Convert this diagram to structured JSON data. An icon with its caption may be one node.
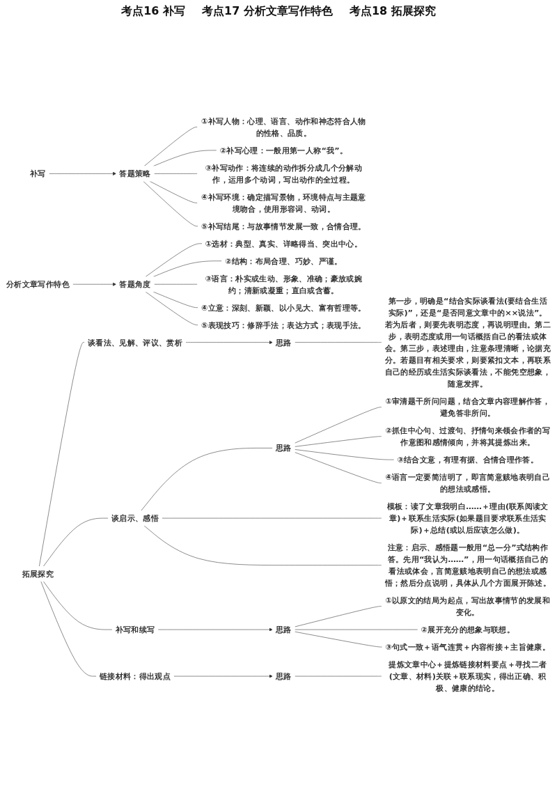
{
  "diagram": {
    "nodes": [
      {
        "text": [
          "补写"
        ]
      },
      {
        "text": [
          "答题策略"
        ]
      },
      {
        "text": [
          "①补写人物：心理、语言、动作和神态符合人物的性格、品质。"
        ]
      },
      {
        "text": [
          "②补写心理：一般用第一人称“我”。"
        ]
      },
      {
        "text": [
          "③补写动作：将连续的动作拆分成几个分解动作，运用多个动词，写出动作的全过程。"
        ]
      },
      {
        "text": [
          "④补写环境：确定描写景物，环境特点与主题意境吻合，使用形容词、动词。"
        ]
      },
      {
        "text": [
          "⑤补写结尾：与故事情节发展一致，合情合理。"
        ]
      },
      {
        "text": [
          "分析文章写作特色"
        ]
      },
      {
        "text": [
          "答题角度"
        ]
      },
      {
        "text": [
          "①选材：典型、真实、详略得当、突出中心。"
        ]
      },
      {
        "text": [
          "②结构：布局合理、巧妙、严谨。"
        ]
      },
      {
        "text": [
          "③语言：朴实或生动、形象、准确；豪放或婉约；清新或凝重；直白或含蓄。"
        ]
      },
      {
        "text": [
          "④立意：深刻、新颖、以小见大、富有哲理等。"
        ]
      },
      {
        "text": [
          "⑤表现技巧：修辞手法；表达方式；表现手法。"
        ]
      },
      {
        "text": [
          "拓展探究"
        ]
      },
      {
        "text": [
          "谈看法、见解、评议、赏析"
        ]
      },
      {
        "text": [
          "思路"
        ]
      },
      {
        "text": [
          "第一步，明确是“结合实际谈看法(要结合生活实际)”，还是“是否同意文章中的××说法”。若为后者，则要先表明态度，再说明理由。第二步，表明态度或用一句话概括自己的看法或体会。第三步，表述理由，注意条理清晰，论据充分。若题目有相关要求，则要紧扣文本，再联系自己的经历或生活实际谈看法，不能凭空想象，随意发挥。"
        ]
      },
      {
        "text": [
          "谈启示、感悟"
        ]
      },
      {
        "text": [
          "思路"
        ]
      },
      {
        "text": [
          "①审清题干所问问题，结合文章内容理解作答，避免答非所问。"
        ]
      },
      {
        "text": [
          "②抓住中心句、过渡句、抒情句来领会作者的写作意图和感情倾向，并将其提炼出来。"
        ]
      },
      {
        "text": [
          "③结合文意，有理有据、合情合理作答。"
        ]
      },
      {
        "text": [
          "④语言一定要简洁明了，即言简意赅地表明自己的想法或感悟。"
        ]
      },
      {
        "text": [
          "模板：读了文章我明白……＋理由(联系阅读文章)＋联系生活实际(如果题目要求联系生活实际)＋总结(或以后应该怎么做)。"
        ]
      },
      {
        "text": [
          "注意：启示、感悟题一般用“总—分”式结构作答。先用“我认为……”，用一句话概括自己的看法或体会，言简意赅地表明自己的想法或感悟；然后分点说明，具体从几个方面展开陈述。"
        ]
      },
      {
        "text": [
          "补写和续写"
        ]
      },
      {
        "text": [
          "思路"
        ]
      },
      {
        "text": [
          "①以原文的结局为起点，写出故事情节的发展和变化。"
        ]
      },
      {
        "text": [
          "②展开充分的想象与联想。"
        ]
      },
      {
        "text": [
          "③句式一致＋语气连贯＋内容衔接＋主旨健康。"
        ]
      },
      {
        "text": [
          "链接材料：得出观点"
        ]
      },
      {
        "text": [
          "思路"
        ]
      },
      {
        "text": [
          "提炼文章中心＋提炼链接材料要点＋寻找二者(文章、材料)关联＋联系现实，得出正确、积极、健康的结论。"
        ]
      }
    ],
    "edges": [
      {
        "from": 0,
        "to": 1,
        "arrow": "to"
      },
      {
        "from": 1,
        "to": 2,
        "arrow": "none"
      },
      {
        "from": 1,
        "to": 3,
        "arrow": "none"
      },
      {
        "from": 1,
        "to": 4,
        "arrow": "none"
      },
      {
        "from": 1,
        "to": 5,
        "arrow": "none"
      },
      {
        "from": 1,
        "to": 6,
        "arrow": "none"
      },
      {
        "from": 7,
        "to": 8,
        "arrow": "to"
      },
      {
        "from": 8,
        "to": 9,
        "arrow": "none"
      },
      {
        "from": 8,
        "to": 10,
        "arrow": "none"
      },
      {
        "from": 8,
        "to": 11,
        "arrow": "none"
      },
      {
        "from": 8,
        "to": 12,
        "arrow": "none"
      },
      {
        "from": 8,
        "to": 13,
        "arrow": "none"
      },
      {
        "from": 14,
        "to": 15,
        "arrow": "none"
      },
      {
        "from": 14,
        "to": 18,
        "arrow": "none"
      },
      {
        "from": 14,
        "to": 26,
        "arrow": "none"
      },
      {
        "from": 14,
        "to": 31,
        "arrow": "none"
      },
      {
        "from": 15,
        "to": 16,
        "arrow": "to"
      },
      {
        "from": 16,
        "to": 17,
        "arrow": "none"
      },
      {
        "from": 18,
        "to": 19,
        "arrow": "none"
      },
      {
        "from": 18,
        "to": 24,
        "arrow": "none"
      },
      {
        "from": 18,
        "to": 25,
        "arrow": "none"
      },
      {
        "from": 19,
        "to": 20,
        "arrow": "none"
      },
      {
        "from": 19,
        "to": 21,
        "arrow": "none"
      },
      {
        "from": 19,
        "to": 22,
        "arrow": "none"
      },
      {
        "from": 19,
        "to": 23,
        "arrow": "none"
      },
      {
        "from": 26,
        "to": 27,
        "arrow": "to"
      },
      {
        "from": 27,
        "to": 28,
        "arrow": "none"
      },
      {
        "from": 27,
        "to": 29,
        "arrow": "none"
      },
      {
        "from": 27,
        "to": 30,
        "arrow": "none"
      },
      {
        "from": 31,
        "to": 32,
        "arrow": "to"
      },
      {
        "from": 32,
        "to": 33,
        "arrow": "none"
      }
    ],
    "labels": [
      "考点16 补写",
      "考点17 分析文章写作特色",
      "考点18 拓展探究"
    ]
  }
}
